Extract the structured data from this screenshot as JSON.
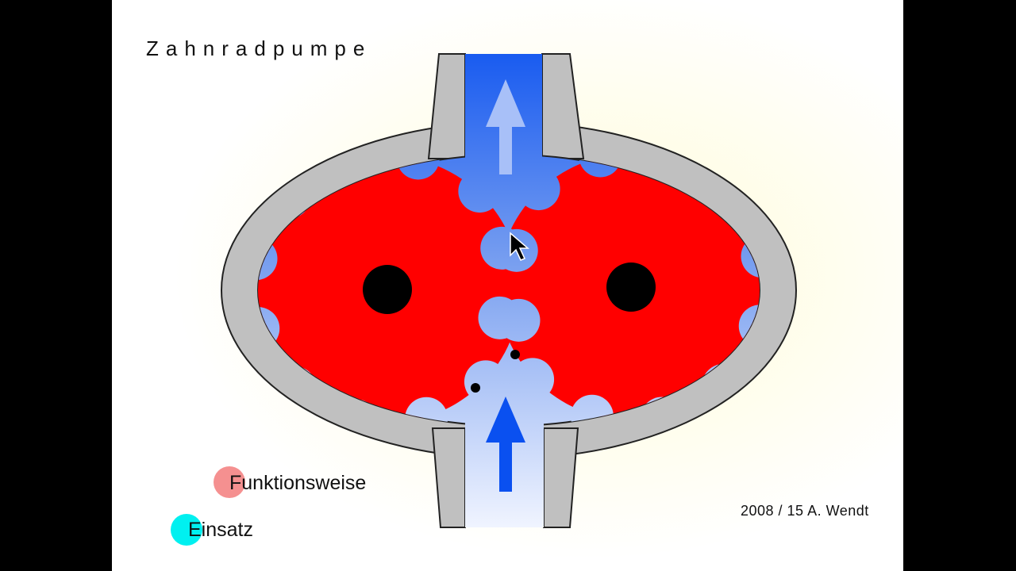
{
  "slide": {
    "title": "Zahnradpumpe",
    "buttons": [
      {
        "label": "Funktionsweise",
        "color": "#f59090"
      },
      {
        "label": "Einsatz",
        "color": "#00f0f0"
      }
    ],
    "credit": "2008 / 15   A. Wendt"
  },
  "colors": {
    "gear": "#ff0000",
    "housing": "#c0c0c0",
    "fluid_high": "#1a5cf0",
    "fluid_low": "#dde6ff"
  }
}
